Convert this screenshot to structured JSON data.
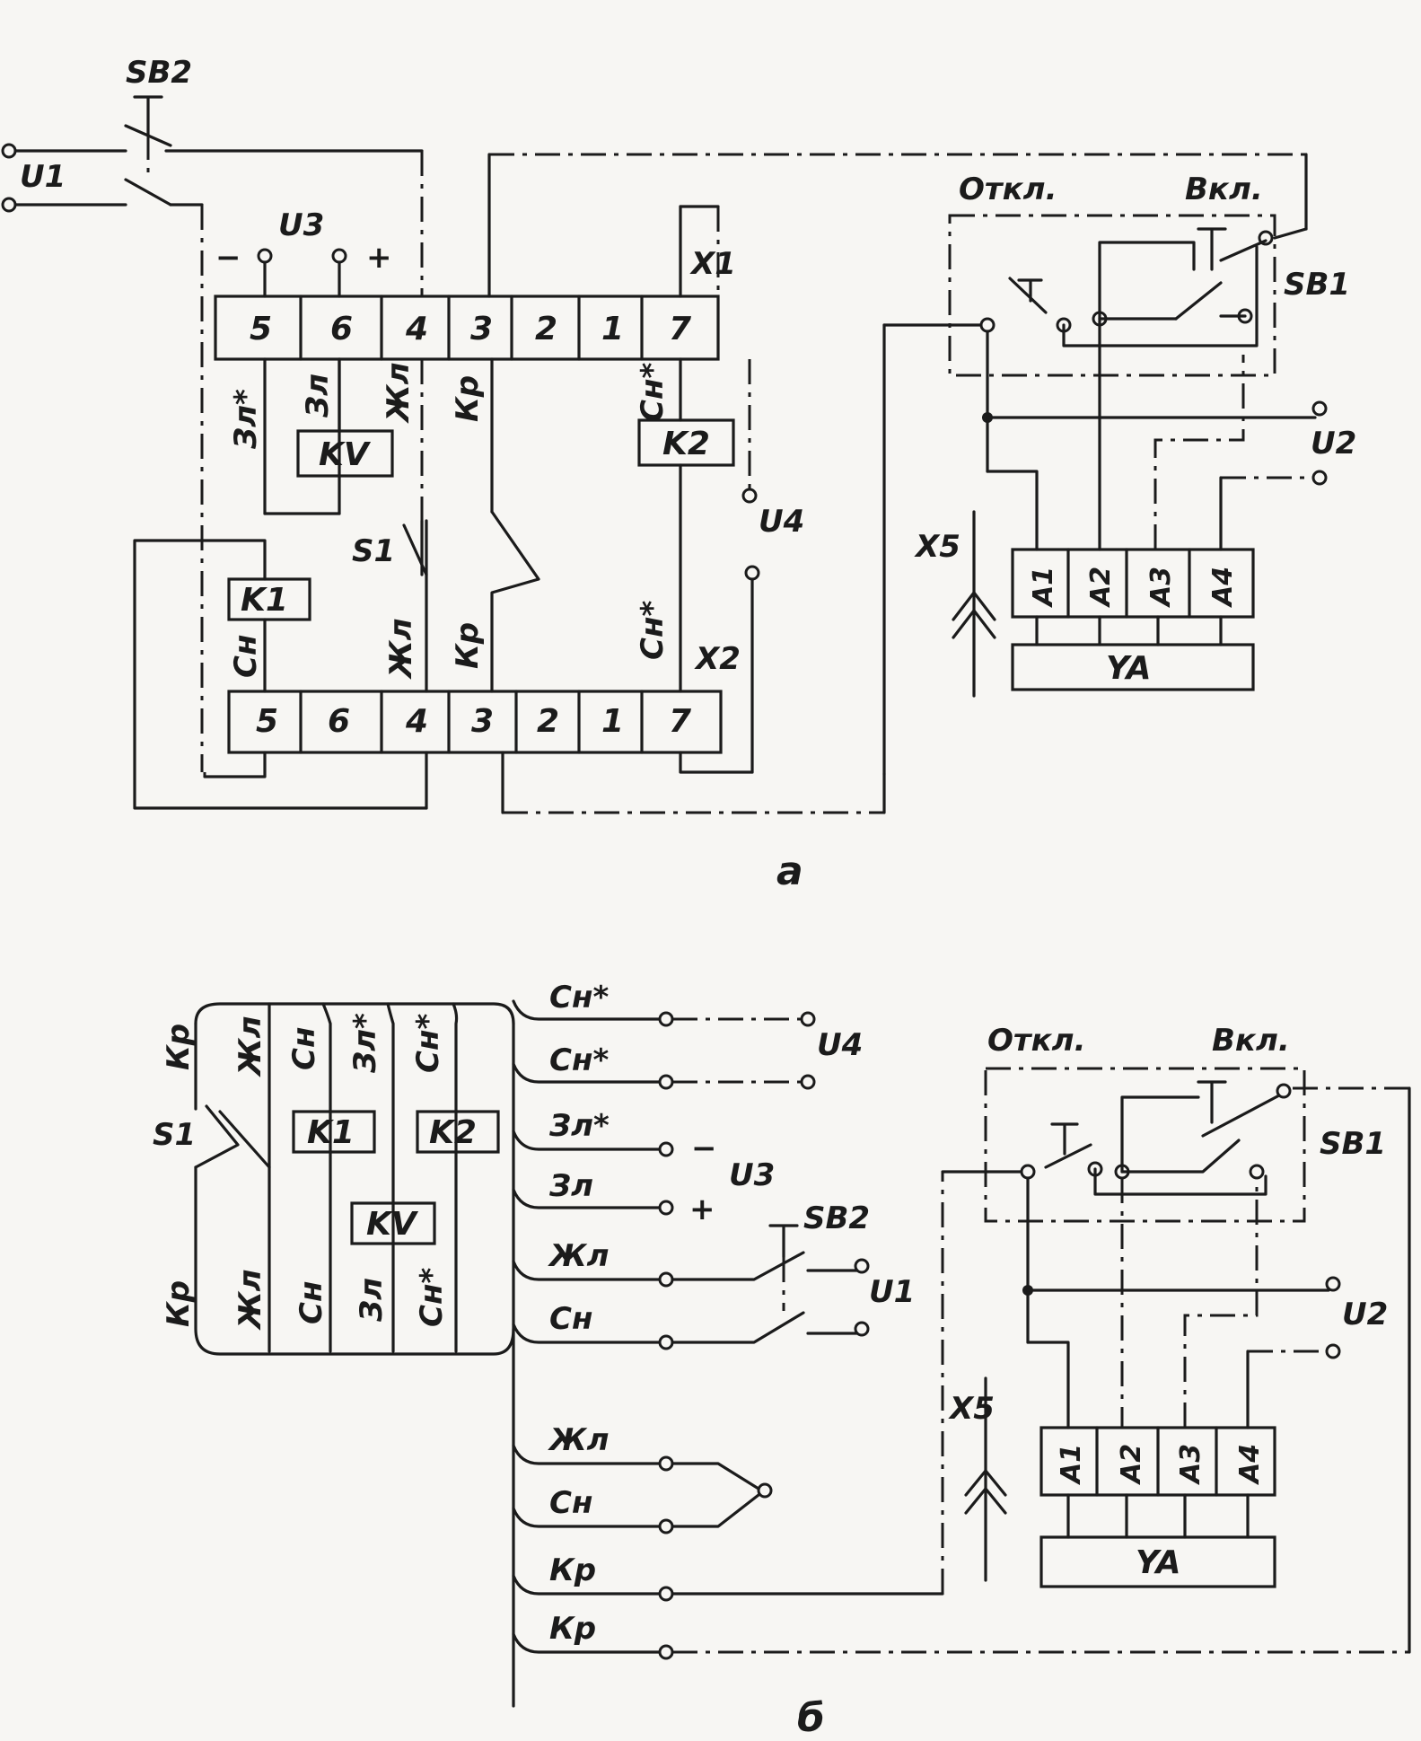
{
  "schemes": {
    "a": {
      "caption": "а",
      "sb2": "SB2",
      "u1": "U1",
      "u3": "U3",
      "u4": "U4",
      "u2": "U2",
      "x1": "X1",
      "x2": "X2",
      "x5": "X5",
      "s1": "S1",
      "k1": "K1",
      "k2": "K2",
      "kv": "KV",
      "ya": "YA",
      "sb1": "SB1",
      "off": "Откл.",
      "on": "Вкл.",
      "minus": "−",
      "plus": "+",
      "top_cells": [
        "5",
        "6",
        "4",
        "3",
        "2",
        "1",
        "7"
      ],
      "bottom_cells": [
        "5",
        "6",
        "4",
        "3",
        "2",
        "1",
        "7"
      ],
      "wire_labels_top": [
        "Зл*",
        "Зл",
        "Жл",
        "Кр",
        "Сн*"
      ],
      "wire_labels_bottom": [
        "Сн",
        "Жл",
        "Кр",
        "Сн*"
      ],
      "ya_cells": [
        "A1",
        "A2",
        "A3",
        "A4"
      ]
    },
    "b": {
      "caption": "б",
      "left_top_labels": [
        "Кр",
        "Жл",
        "Сн",
        "Зл*",
        "Сн*"
      ],
      "left_bottom_labels": [
        "Кр",
        "Жл",
        "Сн",
        "Зл",
        "Сн*"
      ],
      "s1": "S1",
      "k1": "K1",
      "k2": "K2",
      "kv": "KV",
      "wires": [
        "Сн*",
        "Сн*",
        "Зл*",
        "Зл",
        "Жл",
        "Сн",
        "Жл",
        "Сн",
        "Кр",
        "Кр"
      ],
      "u4": "U4",
      "u3": "U3",
      "u1": "U1",
      "u2": "U2",
      "minus": "−",
      "plus": "+",
      "sb2": "SB2",
      "sb1": "SB1",
      "x5": "X5",
      "ya": "YA",
      "off": "Откл.",
      "on": "Вкл.",
      "ya_cells": [
        "A1",
        "A2",
        "A3",
        "A4"
      ]
    }
  }
}
